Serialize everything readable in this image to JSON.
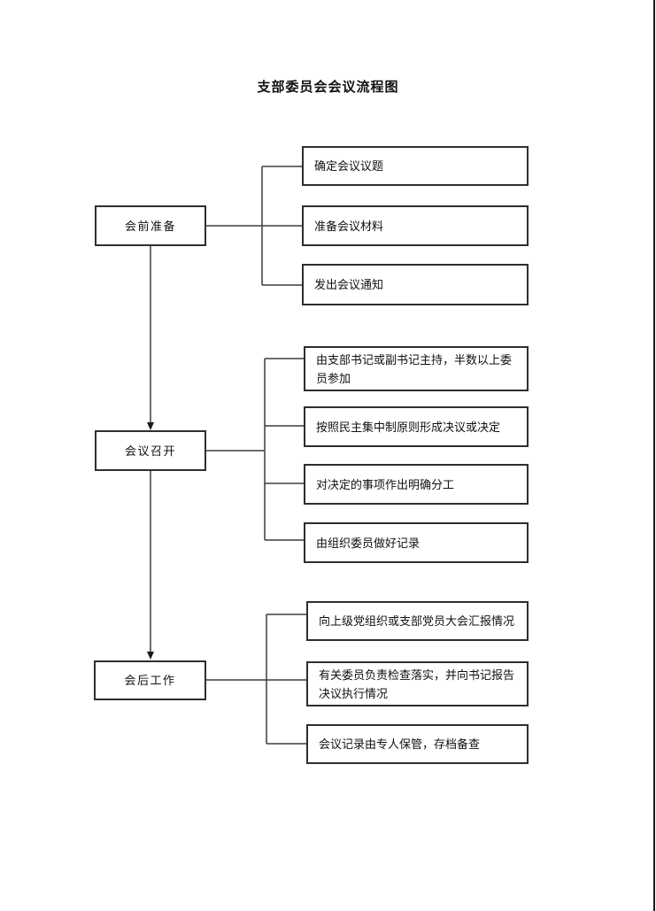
{
  "page": {
    "title": "支部委员会会议流程图",
    "background": "#ffffff",
    "box_border_color": "#2e2e2e",
    "line_color": "#3d3d3d",
    "text_color": "#111111"
  },
  "flowchart": {
    "stages": [
      {
        "label": "会前准备",
        "steps": [
          "确定会议议题",
          "准备会议材料",
          "发出会议通知"
        ]
      },
      {
        "label": "会议召开",
        "steps": [
          "由支部书记或副书记主持，半数以上委员参加",
          "按照民主集中制原则形成决议或决定",
          "对决定的事项作出明确分工",
          "由组织委员做好记录"
        ]
      },
      {
        "label": "会后工作",
        "steps": [
          "向上级党组织或支部党员大会汇报情况",
          "有关委员负责检查落实，并向书记报告决议执行情况",
          "会议记录由专人保管，存档备查"
        ]
      }
    ]
  }
}
